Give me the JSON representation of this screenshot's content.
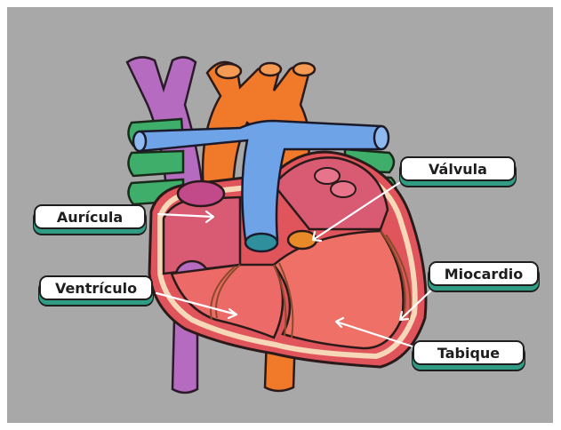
{
  "diagram": {
    "labels": {
      "auricula": "Aurícula",
      "valvula": "Válvula",
      "ventriculo": "Ventrículo",
      "miocardio": "Miocardio",
      "tabique": "Tabique"
    }
  },
  "colors": {
    "background": "#a8a8a8",
    "vein_purple": "#b56bbf",
    "vein_blue": "#6fa3e8",
    "aorta_orange": "#f07a2a",
    "pulmonary_green": "#3fae6a",
    "heart_red": "#e0555c",
    "atrium_pink": "#d85a73",
    "muscle_tan": "#c98a60",
    "label_shadow": "#2f9c83"
  }
}
